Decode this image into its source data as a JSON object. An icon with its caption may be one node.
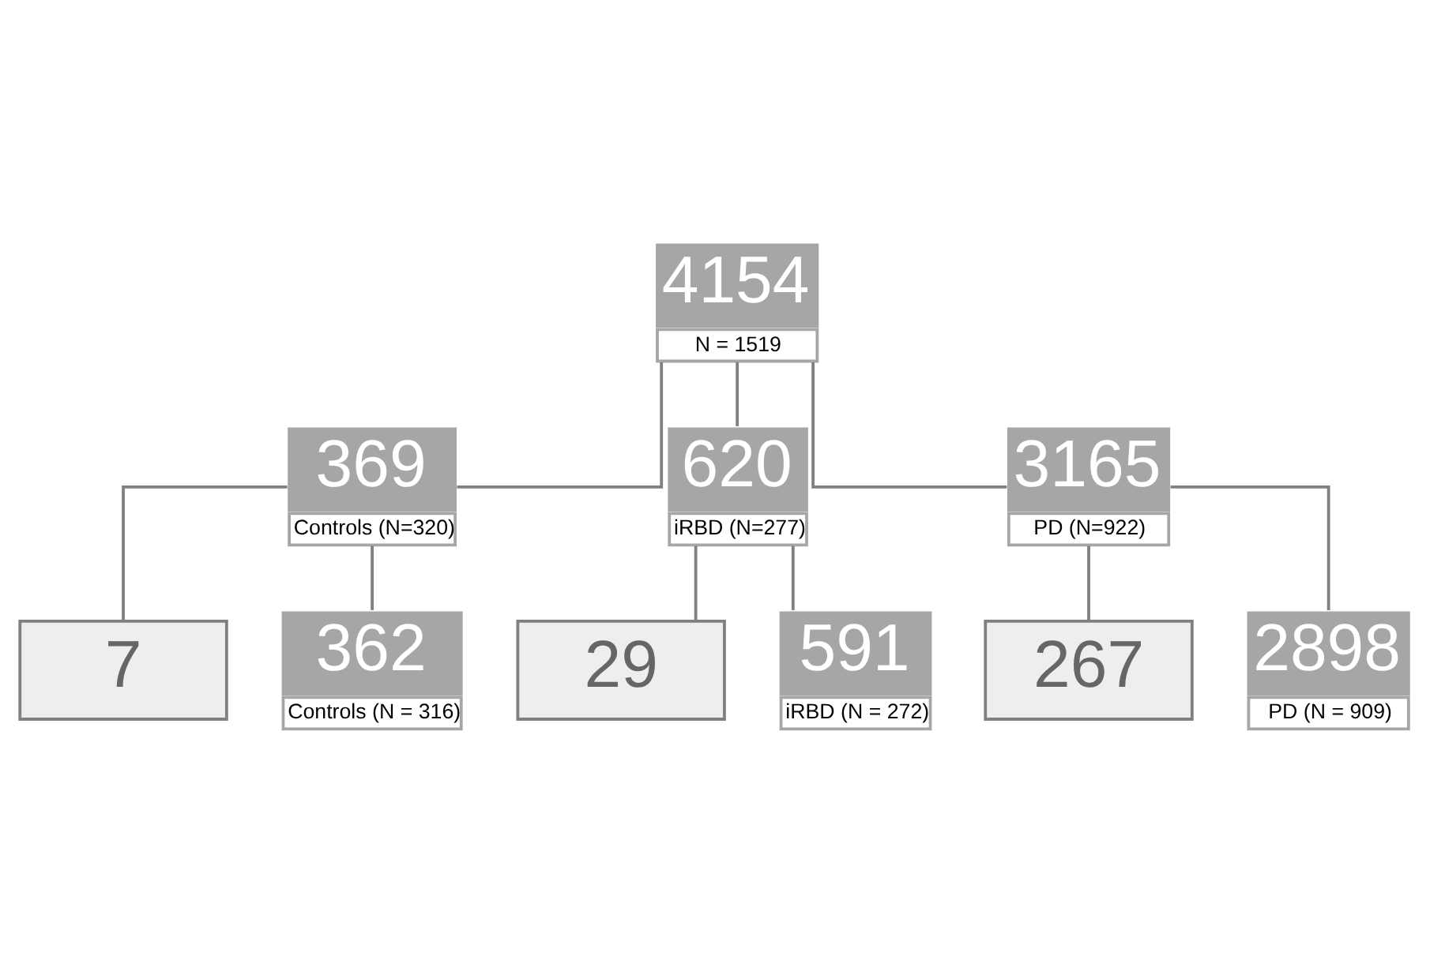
{
  "diagram": {
    "nodes": [
      {
        "text": [
          "4154",
          "N = 1519"
        ]
      },
      {
        "text": [
          "369",
          "Controls (N=320)"
        ]
      },
      {
        "text": [
          "620",
          "iRBD (N=277)"
        ]
      },
      {
        "text": [
          "3165",
          "PD (N=922)"
        ]
      },
      {
        "text": [
          "7"
        ]
      },
      {
        "text": [
          "29"
        ]
      },
      {
        "text": [
          "267"
        ]
      },
      {
        "text": [
          "362",
          "Controls (N = 316)"
        ]
      },
      {
        "text": [
          "591",
          "iRBD (N = 272)"
        ]
      },
      {
        "text": [
          "2898",
          "PD (N = 909)"
        ]
      }
    ],
    "edges": [
      {
        "from": 0,
        "to": 1,
        "arrow": "none"
      },
      {
        "from": 0,
        "to": 2,
        "arrow": "none"
      },
      {
        "from": 0,
        "to": 3,
        "arrow": "none"
      },
      {
        "from": 1,
        "to": 4,
        "arrow": "none"
      },
      {
        "from": 1,
        "to": 7,
        "arrow": "none"
      },
      {
        "from": 2,
        "to": 5,
        "arrow": "none"
      },
      {
        "from": 2,
        "to": 8,
        "arrow": "none"
      },
      {
        "from": 3,
        "to": 6,
        "arrow": "none"
      },
      {
        "from": 3,
        "to": 9,
        "arrow": "none"
      }
    ]
  }
}
